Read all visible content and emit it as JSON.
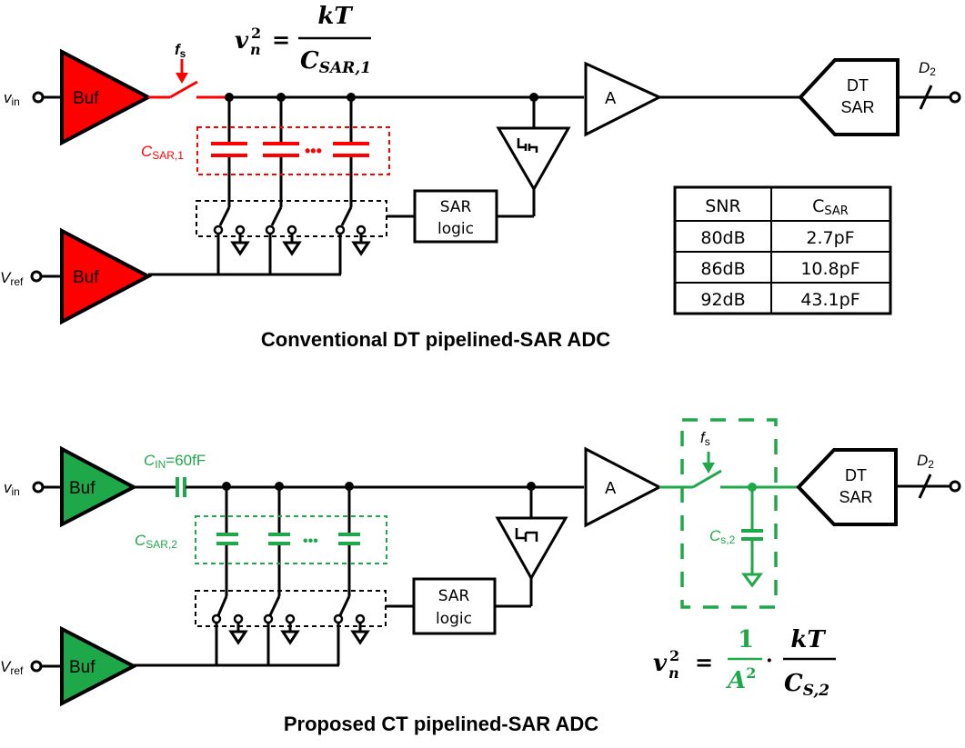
{
  "colors": {
    "conventional": "#ff0000",
    "proposed": "#1fa84a",
    "wire": "#000000"
  },
  "top": {
    "caption": "Conventional DT pipelined-SAR ADC",
    "vin": {
      "main": "v",
      "sub": "in"
    },
    "vref": {
      "main": "V",
      "sub": "ref"
    },
    "buf_label": "Buf",
    "buf2_label": "Buf",
    "clock": {
      "main": "f",
      "sub": "s"
    },
    "csar": {
      "main": "C",
      "sub": "SAR,1"
    },
    "dots": "•••",
    "sar_logic": [
      "SAR",
      "logic"
    ],
    "amp": "A",
    "dtsar": [
      "DT",
      "SAR"
    ],
    "out": {
      "main": "D",
      "sub": "2"
    },
    "equation": {
      "lhs_main": "v",
      "lhs_sup": "2",
      "lhs_sub": "n",
      "eq": "=",
      "num": "kT",
      "den_main": "C",
      "den_sub": "SAR,1"
    },
    "table": {
      "headers": [
        "SNR",
        "C"
      ],
      "header2_sub": "SAR",
      "rows": [
        [
          "80dB",
          "2.7pF"
        ],
        [
          "86dB",
          "10.8pF"
        ],
        [
          "92dB",
          "43.1pF"
        ]
      ]
    }
  },
  "bottom": {
    "caption": "Proposed CT pipelined-SAR ADC",
    "vin": {
      "main": "v",
      "sub": "in"
    },
    "vref": {
      "main": "V",
      "sub": "ref"
    },
    "buf_label": "Buf",
    "buf2_label": "Buf",
    "cin": {
      "main": "C",
      "sub": "IN",
      "value": "=60fF"
    },
    "csar": {
      "main": "C",
      "sub": "SAR,2"
    },
    "dots": "•••",
    "sar_logic": [
      "SAR",
      "logic"
    ],
    "amp": "A",
    "clock": {
      "main": "f",
      "sub": "s"
    },
    "cs": {
      "main": "C",
      "sub": "s,2"
    },
    "dtsar": [
      "DT",
      "SAR"
    ],
    "out": {
      "main": "D",
      "sub": "2"
    },
    "equation": {
      "lhs_main": "v",
      "lhs_sup": "2",
      "lhs_sub": "n",
      "eq": "=",
      "gain_num": "1",
      "gain_den": "A",
      "gain_den_sup": "2",
      "dot": "·",
      "num": "kT",
      "den_main": "C",
      "den_sub": "S,2"
    }
  }
}
